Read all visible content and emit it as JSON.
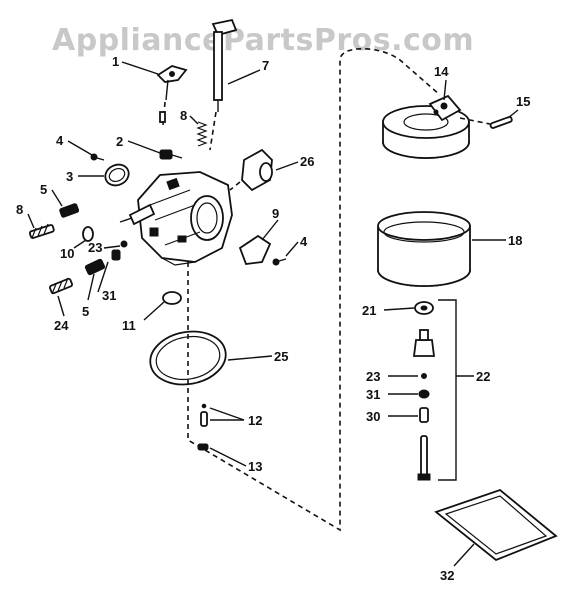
{
  "watermark": "AppliancePartsPros.com",
  "labels": {
    "l1": "1",
    "l2": "2",
    "l3": "3",
    "l4a": "4",
    "l4b": "4",
    "l5a": "5",
    "l5b": "5",
    "l7": "7",
    "l8a": "8",
    "l8b": "8",
    "l9": "9",
    "l10": "10",
    "l11": "11",
    "l12": "12",
    "l13": "13",
    "l14": "14",
    "l15": "15",
    "l18": "18",
    "l21": "21",
    "l22": "22",
    "l23a": "23",
    "l23b": "23",
    "l24": "24",
    "l25": "25",
    "l26": "26",
    "l30": "30",
    "l31a": "31",
    "l31b": "31",
    "l32": "32"
  }
}
